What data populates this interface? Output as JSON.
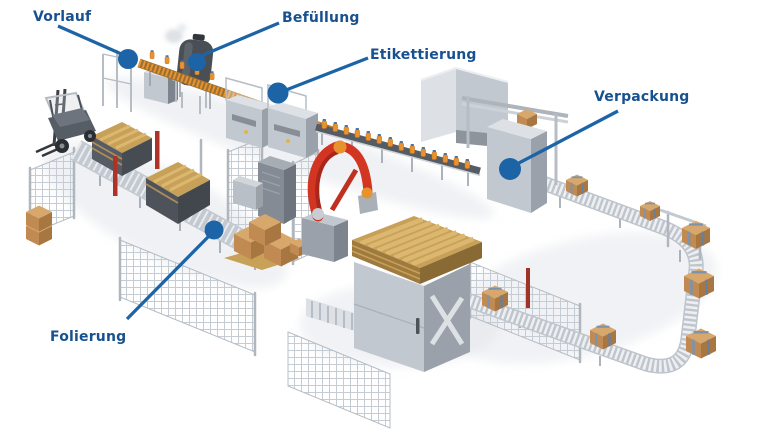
{
  "stations": [
    {
      "id": "vorlauf",
      "label": "Vorlauf"
    },
    {
      "id": "befuellung",
      "label": "Befüllung"
    },
    {
      "id": "etikettierung",
      "label": "Etikettierung"
    },
    {
      "id": "verpackung",
      "label": "Verpackung"
    },
    {
      "id": "folierung",
      "label": "Folierung"
    }
  ],
  "colors": {
    "background": "#ffffff",
    "label_text": "#17518f",
    "connector": "#1d64a6",
    "steel_light": "#dde1e6",
    "steel_mid": "#c2c8cf",
    "steel_dark": "#9aa1aa",
    "steel_deep": "#7d848d",
    "frame_gray": "#b7bdc5",
    "conveyor_orange": "#e8932f",
    "conveyor_orange_dark": "#c9741f",
    "cap_blue": "#3f74ad",
    "robot_red": "#d23522",
    "robot_red_dark": "#a8271a",
    "joint_orange": "#e8922e",
    "cardboard": "#c08a52",
    "cardboard_top": "#d7a76b",
    "cardboard_side": "#a87741",
    "strap_blue": "#7d93ad",
    "wood_light": "#dcb76f",
    "wood_mid": "#c8a159",
    "wood_dark": "#9e7a3e",
    "tank_gray": "#4a4f56",
    "mesh_gray": "#c6ccd4",
    "shadow_gray": "#dfe3e9"
  }
}
